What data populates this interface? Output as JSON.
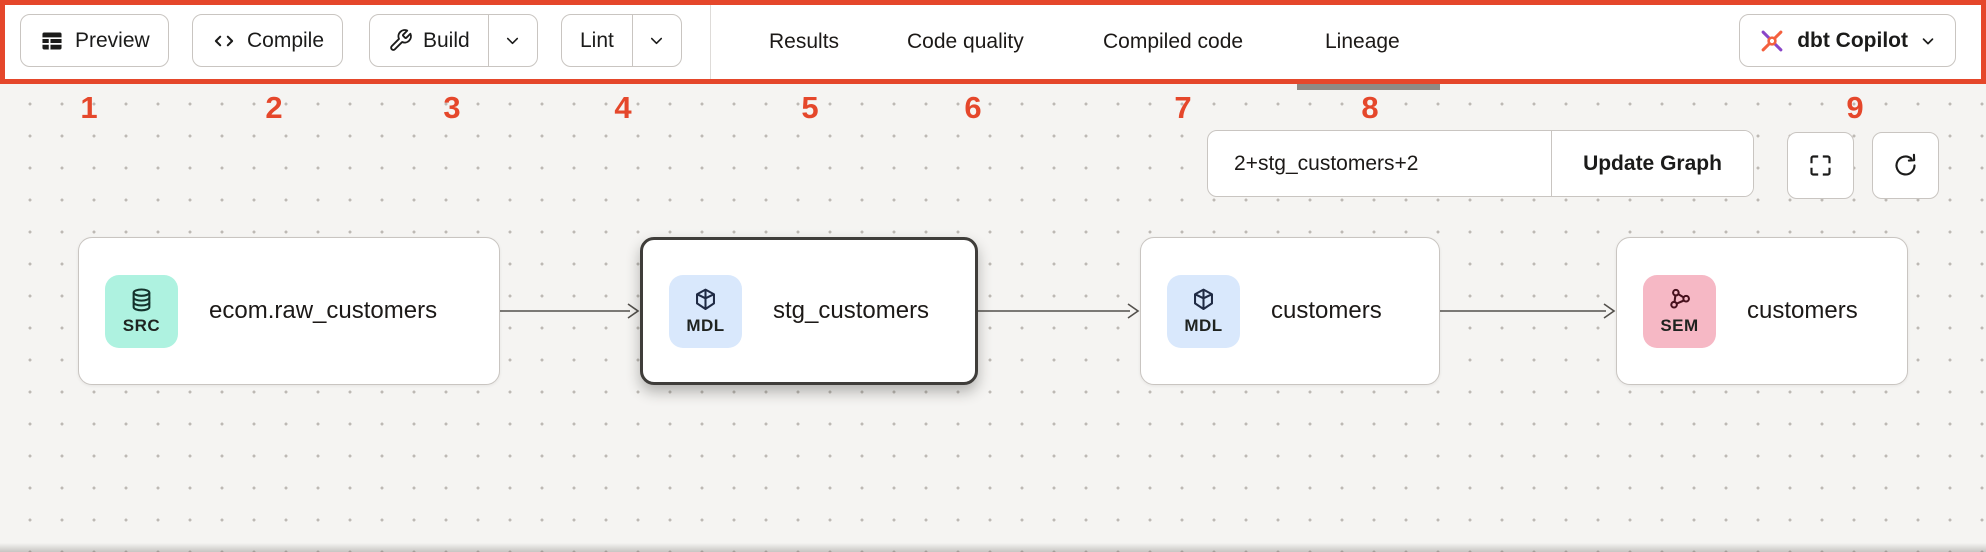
{
  "toolbar": {
    "buttons": [
      {
        "label": "Preview",
        "icon": "table-icon"
      },
      {
        "label": "Compile",
        "icon": "code-icon"
      },
      {
        "label": "Build",
        "icon": "wrench-icon",
        "has_dropdown": true
      },
      {
        "label": "Lint",
        "has_dropdown": true
      }
    ],
    "tabs": [
      {
        "label": "Results",
        "active": false
      },
      {
        "label": "Code quality",
        "active": false
      },
      {
        "label": "Compiled code",
        "active": false
      },
      {
        "label": "Lineage",
        "active": true
      }
    ],
    "copilot": {
      "label": "dbt Copilot",
      "icon": "dbt-logo-icon"
    }
  },
  "annotations": {
    "highlight_color": "#E5472B",
    "numbers": [
      "1",
      "2",
      "3",
      "4",
      "5",
      "6",
      "7",
      "8",
      "9"
    ]
  },
  "lineage": {
    "selector": {
      "value": "2+stg_customers+2",
      "update_button": "Update Graph"
    },
    "controls": [
      {
        "icon": "fullscreen-icon"
      },
      {
        "icon": "refresh-icon"
      }
    ],
    "nodes": [
      {
        "badge": "SRC",
        "label": "ecom.raw_customers",
        "icon": "database-icon",
        "badge_color": "#AEF2E0",
        "selected": false
      },
      {
        "badge": "MDL",
        "label": "stg_customers",
        "icon": "cube-icon",
        "badge_color": "#D9E8FC",
        "selected": true
      },
      {
        "badge": "MDL",
        "label": "customers",
        "icon": "cube-icon",
        "badge_color": "#D9E8FC",
        "selected": false
      },
      {
        "badge": "SEM",
        "label": "customers",
        "icon": "network-icon",
        "badge_color": "#F6B8C5",
        "selected": false
      }
    ]
  },
  "colors": {
    "annotation_red": "#E5472B",
    "dbt_orange": "#F4603E",
    "dbt_purple": "#8A46C8",
    "active_tab_underline": "#8F8A84",
    "arrow": "#53504C"
  }
}
